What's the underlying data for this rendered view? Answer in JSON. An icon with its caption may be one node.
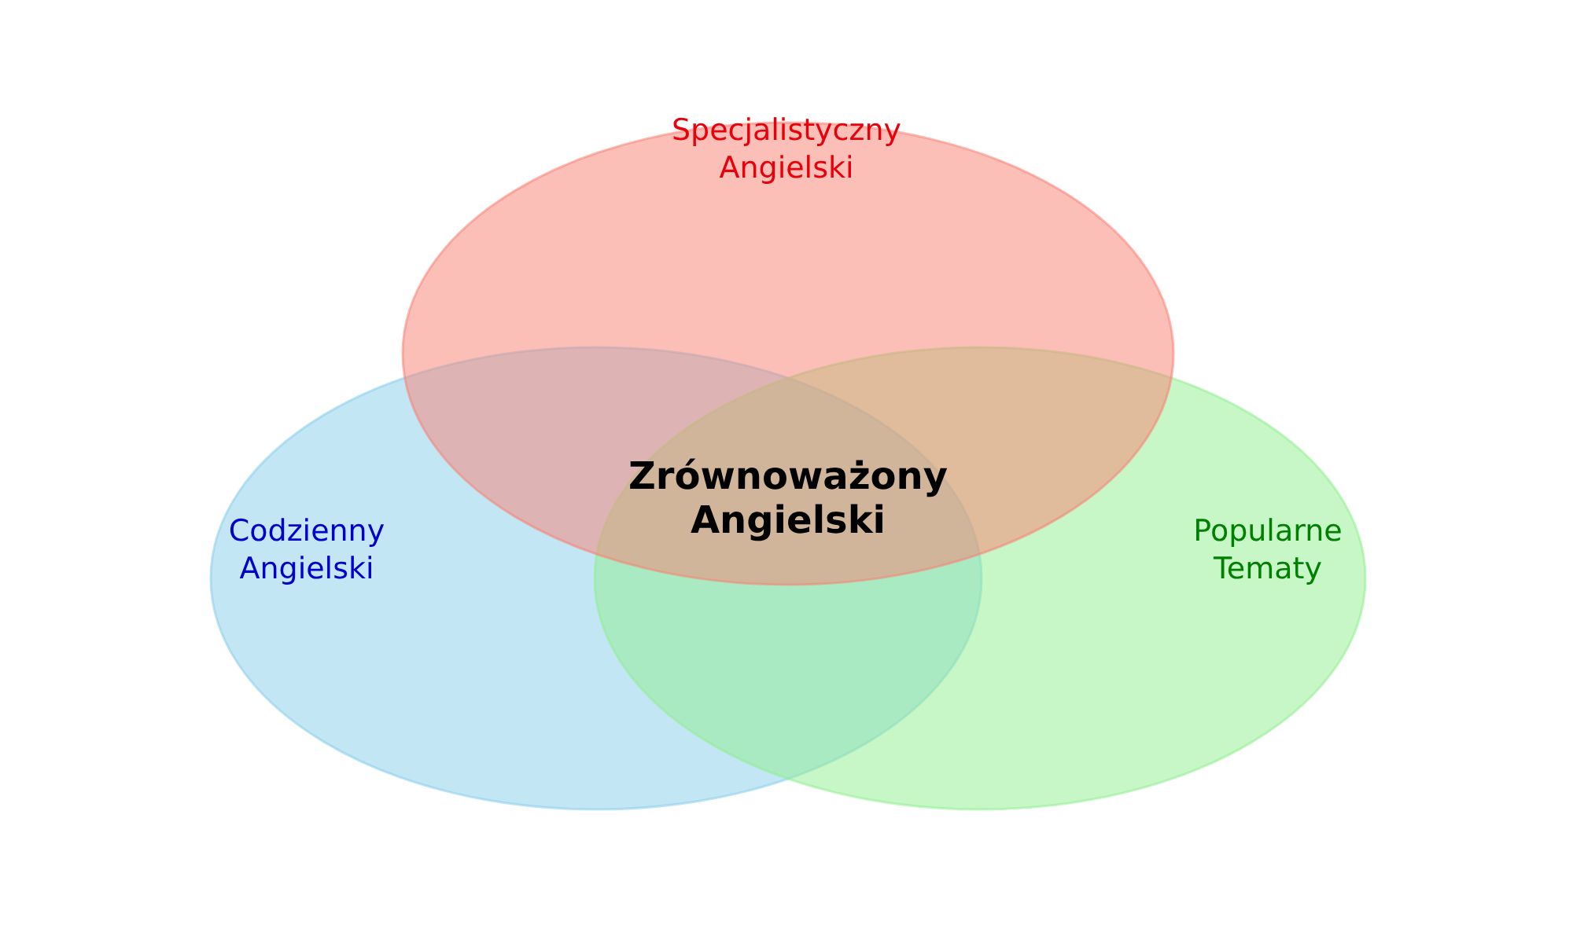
{
  "diagram": {
    "nodes": [
      {
        "text": [
          "Specjalistyczny Angielski"
        ]
      },
      {
        "text": [
          "Codzienny Angielski"
        ]
      },
      {
        "text": [
          "Popularne Tematy"
        ]
      }
    ],
    "labels": [
      "Zrównoważony Angielski"
    ]
  }
}
